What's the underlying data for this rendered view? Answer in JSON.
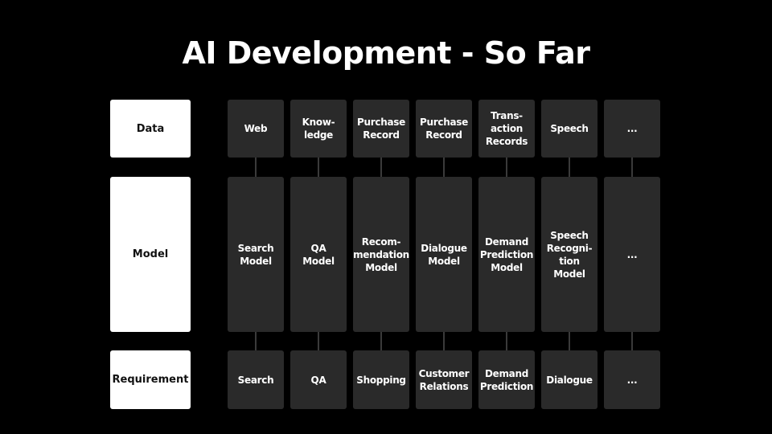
{
  "title": "AI Development - So Far",
  "rows": {
    "data": "Data",
    "model": "Model",
    "requirement": "Requirement"
  },
  "columns": [
    {
      "data": "Web",
      "model": "Search\nModel",
      "requirement": "Search"
    },
    {
      "data": "Know-\nledge",
      "model": "QA\nModel",
      "requirement": "QA"
    },
    {
      "data": "Purchase\nRecord",
      "model": "Recom-\nmendation\nModel",
      "requirement": "Shopping"
    },
    {
      "data": "Purchase\nRecord",
      "model": "Dialogue\nModel",
      "requirement": "Customer\nRelations"
    },
    {
      "data": "Trans-\naction\nRecords",
      "model": "Demand\nPrediction\nModel",
      "requirement": "Demand\nPrediction"
    },
    {
      "data": "Speech",
      "model": "Speech\nRecogni-\ntion\nModel",
      "requirement": "Dialogue"
    },
    {
      "data": "...",
      "model": "...",
      "requirement": "..."
    }
  ]
}
